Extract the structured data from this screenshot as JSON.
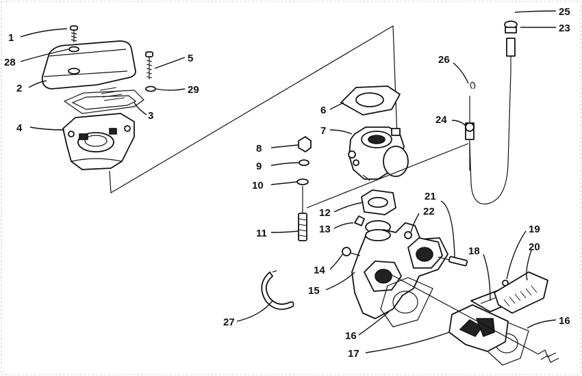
{
  "diagram": {
    "title": "",
    "callouts": [
      {
        "id": "1",
        "label": "1"
      },
      {
        "id": "2",
        "label": "2"
      },
      {
        "id": "3",
        "label": "3"
      },
      {
        "id": "4",
        "label": "4"
      },
      {
        "id": "5",
        "label": "5"
      },
      {
        "id": "6",
        "label": "6"
      },
      {
        "id": "7",
        "label": "7"
      },
      {
        "id": "8",
        "label": "8"
      },
      {
        "id": "9",
        "label": "9"
      },
      {
        "id": "10",
        "label": "10"
      },
      {
        "id": "11",
        "label": "11"
      },
      {
        "id": "12",
        "label": "12"
      },
      {
        "id": "13",
        "label": "13"
      },
      {
        "id": "14",
        "label": "14"
      },
      {
        "id": "15",
        "label": "15"
      },
      {
        "id": "16a",
        "label": "16"
      },
      {
        "id": "16b",
        "label": "16"
      },
      {
        "id": "17",
        "label": "17"
      },
      {
        "id": "18",
        "label": "18"
      },
      {
        "id": "19",
        "label": "19"
      },
      {
        "id": "20",
        "label": "20"
      },
      {
        "id": "21",
        "label": "21"
      },
      {
        "id": "22",
        "label": "22"
      },
      {
        "id": "23",
        "label": "23"
      },
      {
        "id": "24",
        "label": "24"
      },
      {
        "id": "25",
        "label": "25"
      },
      {
        "id": "26",
        "label": "26"
      },
      {
        "id": "27",
        "label": "27"
      },
      {
        "id": "28",
        "label": "28"
      },
      {
        "id": "29",
        "label": "29"
      }
    ]
  }
}
